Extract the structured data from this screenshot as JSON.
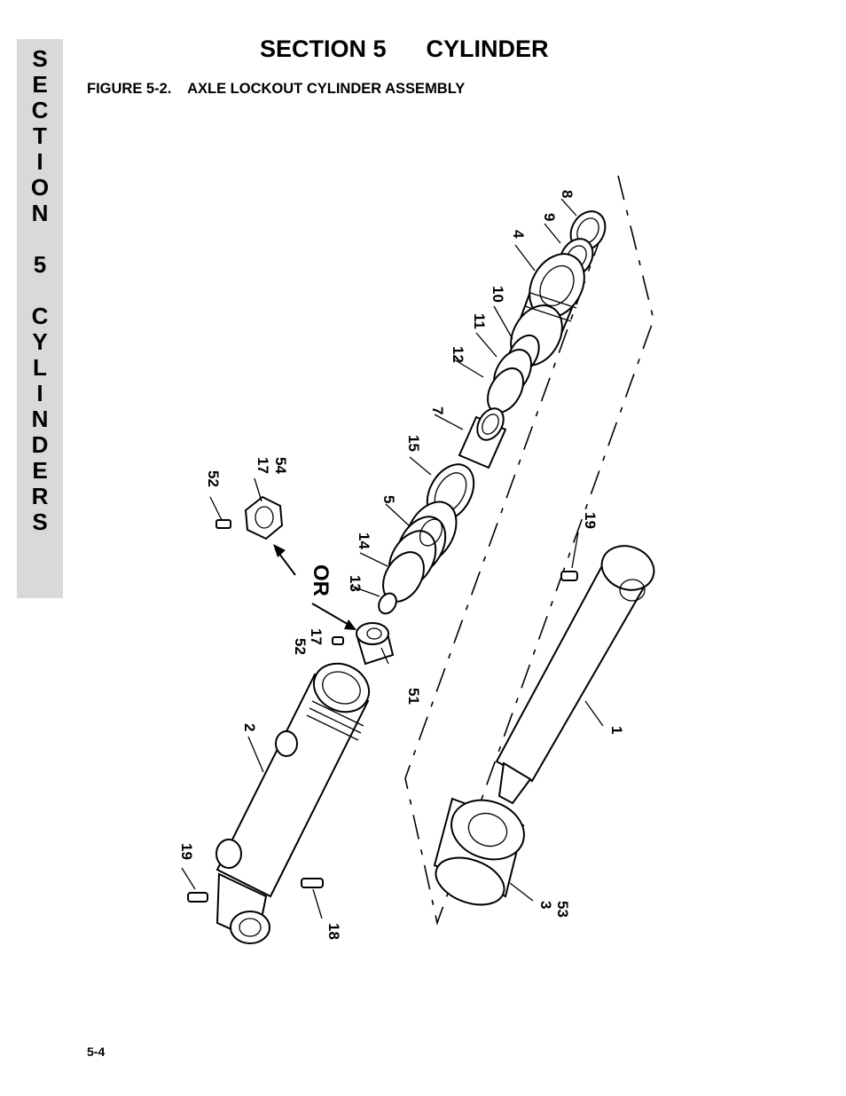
{
  "side_tab": {
    "letters": "S\nE\nC\nT\nI\nO\nN\n \n5\n \nC\nY\nL\nI\nN\nD\nE\nR\nS"
  },
  "header": {
    "section": "SECTION 5      CYLINDER"
  },
  "figure": {
    "title": "FIGURE 5-2.    AXLE LOCKOUT CYLINDER ASSEMBLY"
  },
  "callouts": {
    "c8": "8",
    "c9": "9",
    "c4": "4",
    "c10": "10",
    "c11": "11",
    "c12": "12",
    "c7": "7",
    "c15": "15",
    "c5": "5",
    "c14": "14",
    "c13": "13",
    "c52a": "52",
    "c17a": "17",
    "c54": "54",
    "or": "OR",
    "c52b": "52",
    "c17b": "17",
    "c51": "51",
    "c19a": "19",
    "c1": "1",
    "c2": "2",
    "c19b": "19",
    "c18": "18",
    "c3": "3",
    "c53": "53"
  },
  "footer": {
    "page": "5-4"
  }
}
